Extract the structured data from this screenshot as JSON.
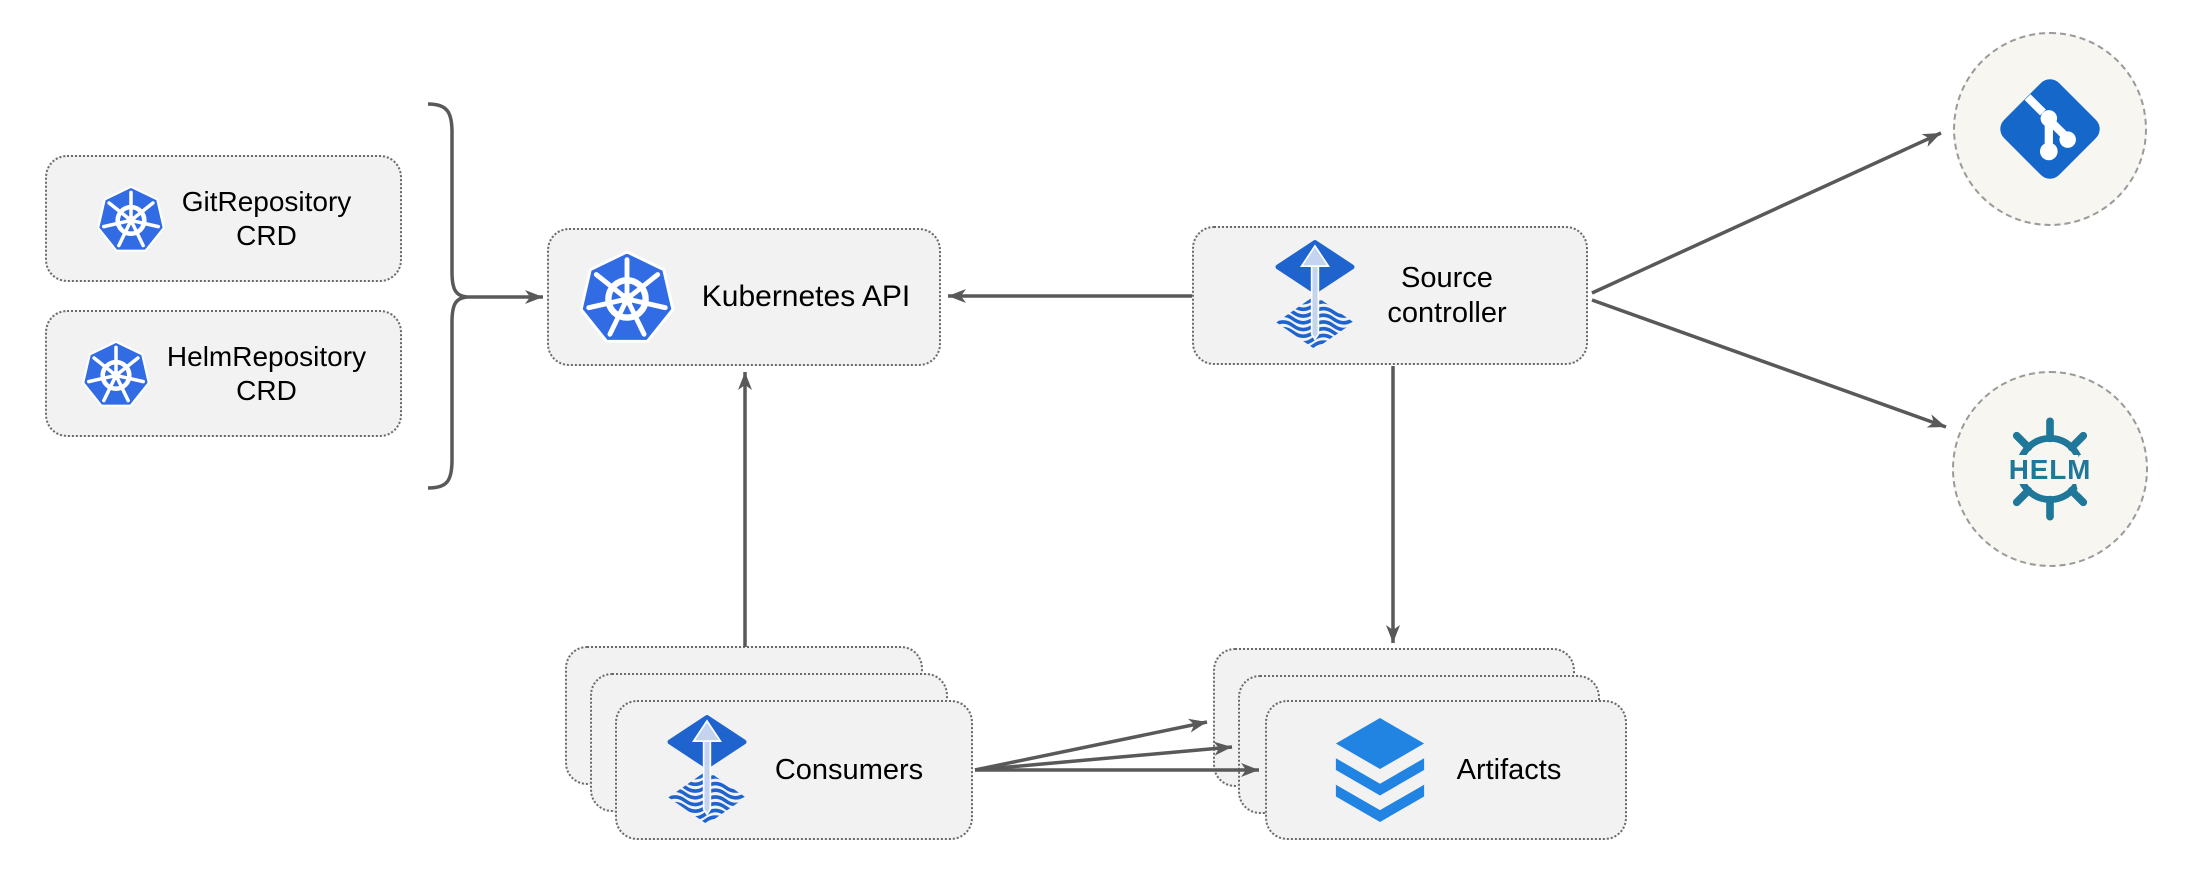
{
  "nodes": {
    "git_repository_crd": {
      "line1": "GitRepository",
      "line2": "CRD"
    },
    "helm_repository_crd": {
      "line1": "HelmRepository",
      "line2": "CRD"
    },
    "kubernetes_api": {
      "label": "Kubernetes API"
    },
    "source_controller": {
      "line1": "Source",
      "line2": "controller"
    },
    "consumers": {
      "label": "Consumers"
    },
    "artifacts": {
      "label": "Artifacts"
    },
    "git_remote": {
      "name": "git"
    },
    "helm_remote": {
      "name": "helm",
      "logo_text": "HELM"
    }
  },
  "edges": [
    {
      "from": "crd-bracket",
      "to": "kubernetes-api"
    },
    {
      "from": "source-controller",
      "to": "kubernetes-api"
    },
    {
      "from": "consumers",
      "to": "kubernetes-api"
    },
    {
      "from": "source-controller",
      "to": "artifacts"
    },
    {
      "from": "source-controller",
      "to": "git-remote"
    },
    {
      "from": "source-controller",
      "to": "helm-remote"
    },
    {
      "from": "consumers",
      "to": "artifacts-back"
    },
    {
      "from": "consumers",
      "to": "artifacts-middle"
    },
    {
      "from": "consumers",
      "to": "artifacts-front"
    }
  ],
  "colors": {
    "kubernetes_blue": "#326CE5",
    "flux_blue": "#1E63CE",
    "flux_arrow_light": "#C4D3F0",
    "layers_blue": "#2183E2",
    "git_blue": "#1568C9",
    "helm_teal": "#1F7799",
    "node_fill": "#F2F2F2",
    "node_border": "#6A6A6A",
    "circle_fill": "#F8F6F1",
    "circle_border": "#9A9A9A",
    "edge_gray": "#595959",
    "text_black": "#000000"
  }
}
